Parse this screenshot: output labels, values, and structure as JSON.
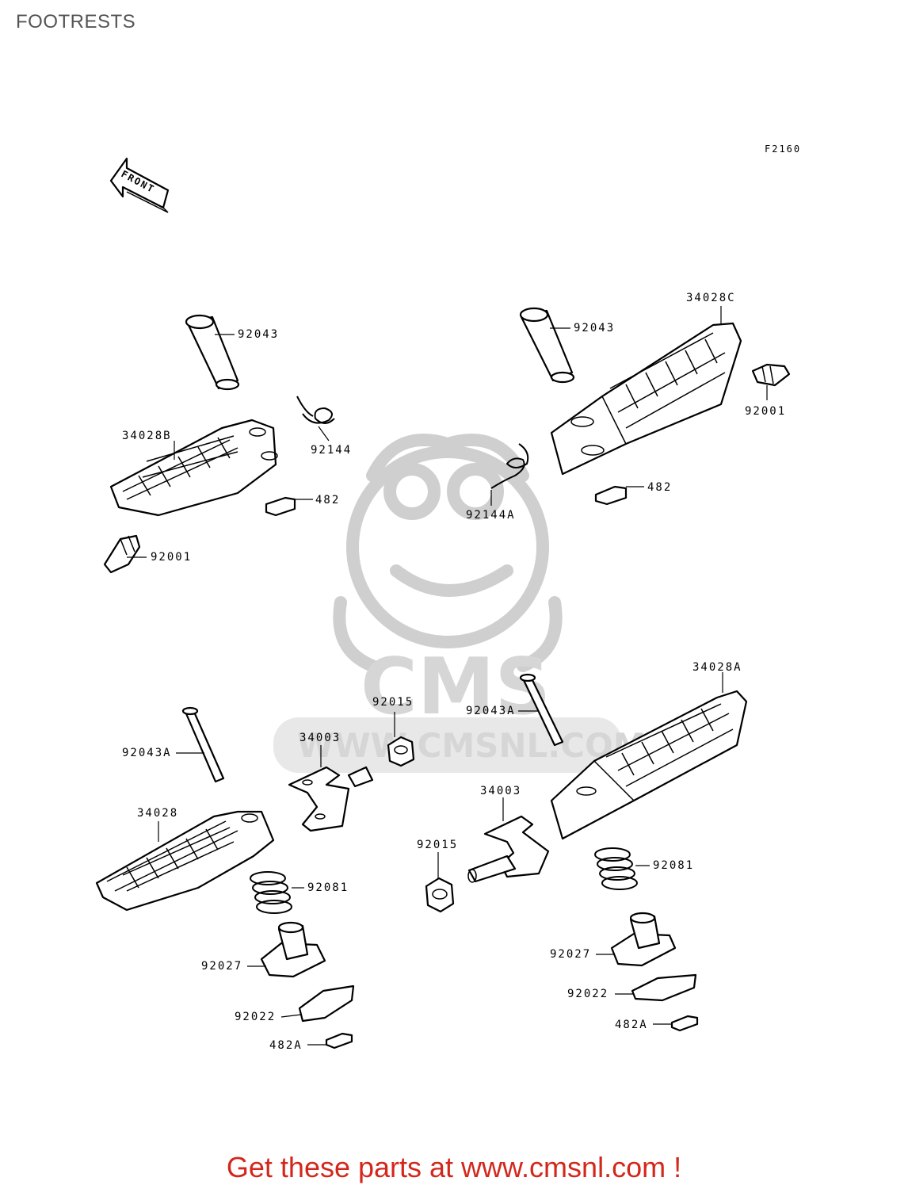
{
  "page": {
    "title": "FOOTRESTS"
  },
  "figure": {
    "ref_code": "F2160",
    "direction_marker": "FRONT",
    "watermark": {
      "logo_text": "CMS",
      "url_text": "WWW.CMSNL.COM"
    }
  },
  "labels": {
    "l_92043_tl": "92043",
    "l_34028b": "34028B",
    "l_92144": "92144",
    "l_482_l": "482",
    "l_92001_l": "92001",
    "l_92043_tr": "92043",
    "l_34028c": "34028C",
    "l_92001_r": "92001",
    "l_92144a": "92144A",
    "l_482_r": "482",
    "l_92043a_l": "92043A",
    "l_34028": "34028",
    "l_34003_l": "34003",
    "l_92015_t": "92015",
    "l_92043a_r": "92043A",
    "l_34028a": "34028A",
    "l_34003_r": "34003",
    "l_92015_b": "92015",
    "l_92081_l": "92081",
    "l_92081_r": "92081",
    "l_92027_l": "92027",
    "l_92027_r": "92027",
    "l_92022_l": "92022",
    "l_92022_r": "92022",
    "l_482a_l": "482A",
    "l_482a_r": "482A"
  },
  "footer": {
    "cta": "Get these parts at www.cmsnl.com !",
    "cta_color": "#d4271c"
  }
}
